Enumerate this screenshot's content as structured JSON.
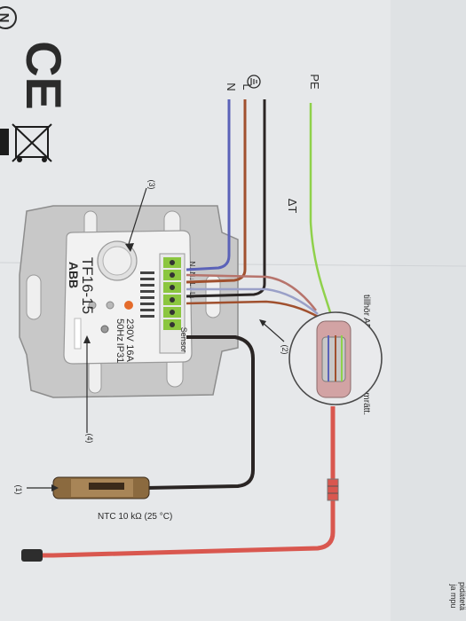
{
  "marks": {
    "ce": "CE",
    "n_mark": "N"
  },
  "wire_labels": {
    "pe": "PE",
    "l": "L",
    "n": "N",
    "delta_t": "ΔT"
  },
  "callouts": {
    "c1": "(1)",
    "c2": "(2)",
    "c3": "(3)",
    "c4": "(4)"
  },
  "device": {
    "model": "TF16-15",
    "brand": "ABB",
    "rating_voltage": "230V",
    "rating_current": "16A",
    "rating_freq": "50Hz",
    "rating_ip": "IP31",
    "sensor_label": "Sensor",
    "terminals": "N↓ N↓ L↓ L↓"
  },
  "sensor": {
    "caption": "NTC 10 kΩ  (25 °C)"
  },
  "page_text": {
    "line1": "tillhör ABB Oy. Med ensamrätt.",
    "line2": "ja mpu",
    "line3": "pidätetä"
  },
  "colors": {
    "paper": "#e6e8ea",
    "blue_wire": "#5b62b8",
    "brown_wire": "#a0502e",
    "black_wire": "#2a2524",
    "pe_wire": "#8fd14b",
    "heating_cable": "#d9574f"
  }
}
